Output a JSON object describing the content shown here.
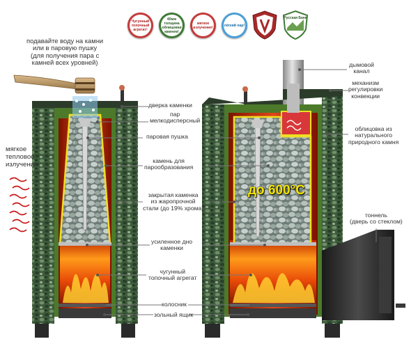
{
  "badges": [
    {
      "text": "Чугунный топочный агрегат!"
    },
    {
      "text": "40мм толщина облицовки камнем!"
    },
    {
      "text": "мягкое излучение!"
    },
    {
      "text": "лёгкий пар!"
    }
  ],
  "emblem": {
    "text": "Русская Баня"
  },
  "labels": {
    "water_hint": "подавайте воду на камни\nили в паровую пушку\n(для получения пара с\nкамней всех уровней)",
    "soft_heat": "мягкое\nтепловое\nизлучение",
    "stone_door": "дверка каменки",
    "steam": "пар\nмелкодисперсный",
    "steam_gun": "паровая пушка",
    "stones": "камень для\nпарообразования",
    "closed_heater": "закрытая каменка\nиз жаропрочной\nстали (до 19% хрома)",
    "reinforced_bottom": "усиленное дно\nкаменки",
    "firebox": "чугунный\nтопочный агрегат",
    "grate": "колосник",
    "ash_box": "зольный ящик",
    "chimney": "дымовой\nканал",
    "convection": "механизм\nрегулировки\nконвекции",
    "cladding": "облицовка из\nнатурального\nприродного камня",
    "tunnel": "тоннель\n(дверь со стеклом)"
  },
  "temperature": "до 600°С",
  "colors": {
    "stone_green": "#3f5a3a",
    "body_green": "#4c7a2a",
    "fire_orange": "#f07a10",
    "frame_yellow": "#f0e020",
    "stone_grey": "#a9b4ae",
    "dark_body": "#2a2a2a",
    "water_blue": "#8fc8ee"
  }
}
